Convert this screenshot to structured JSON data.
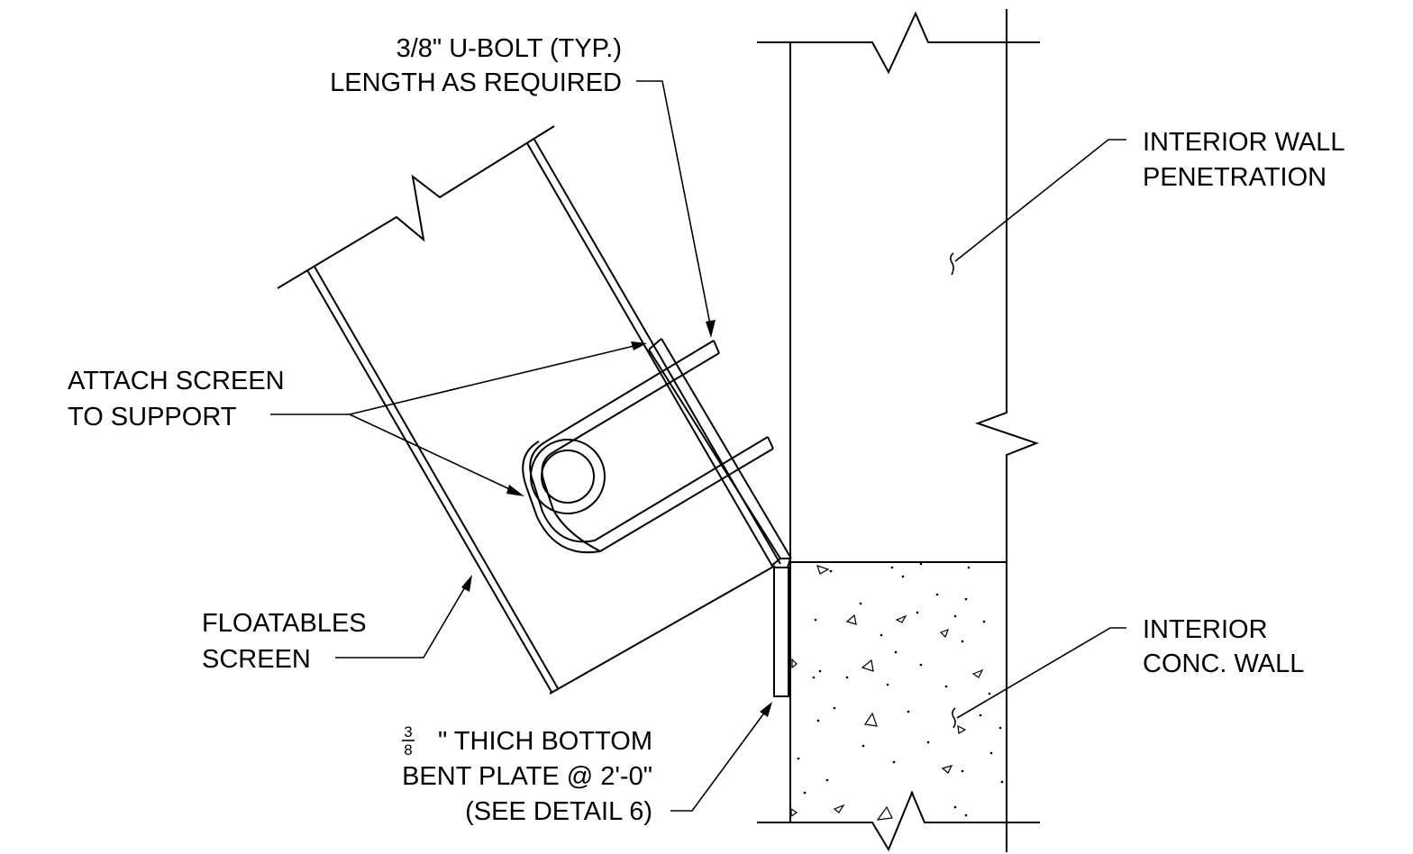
{
  "labels": {
    "ubolt_line1": "3/8\" U-BOLT (TYP.)",
    "ubolt_line2": "LENGTH AS REQUIRED",
    "wall_pen_line1": "INTERIOR WALL",
    "wall_pen_line2": "PENETRATION",
    "attach_line1": "ATTACH SCREEN",
    "attach_line2": "TO SUPPORT",
    "float_line1": "FLOATABLES",
    "float_line2": "SCREEN",
    "conc_line1": "INTERIOR",
    "conc_line2": "CONC. WALL",
    "plate_frac_num": "3",
    "plate_frac_den": "8",
    "plate_line1_rest": "\" THICH BOTTOM",
    "plate_line2": "BENT PLATE @ 2'-0\"",
    "plate_line3": "(SEE DETAIL 6)"
  }
}
